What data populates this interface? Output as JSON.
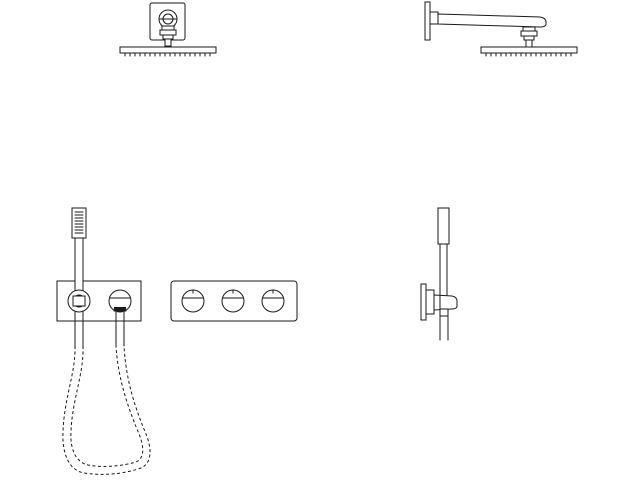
{
  "drawing": {
    "line_color": "#1a1a1a",
    "background_color": "#ffffff",
    "views": [
      {
        "name": "overhead-shower-front-view"
      },
      {
        "name": "overhead-shower-side-view"
      },
      {
        "name": "hand-shower-set-front-view"
      },
      {
        "name": "thermostat-panel-front-view"
      },
      {
        "name": "hand-shower-set-side-view"
      }
    ]
  }
}
